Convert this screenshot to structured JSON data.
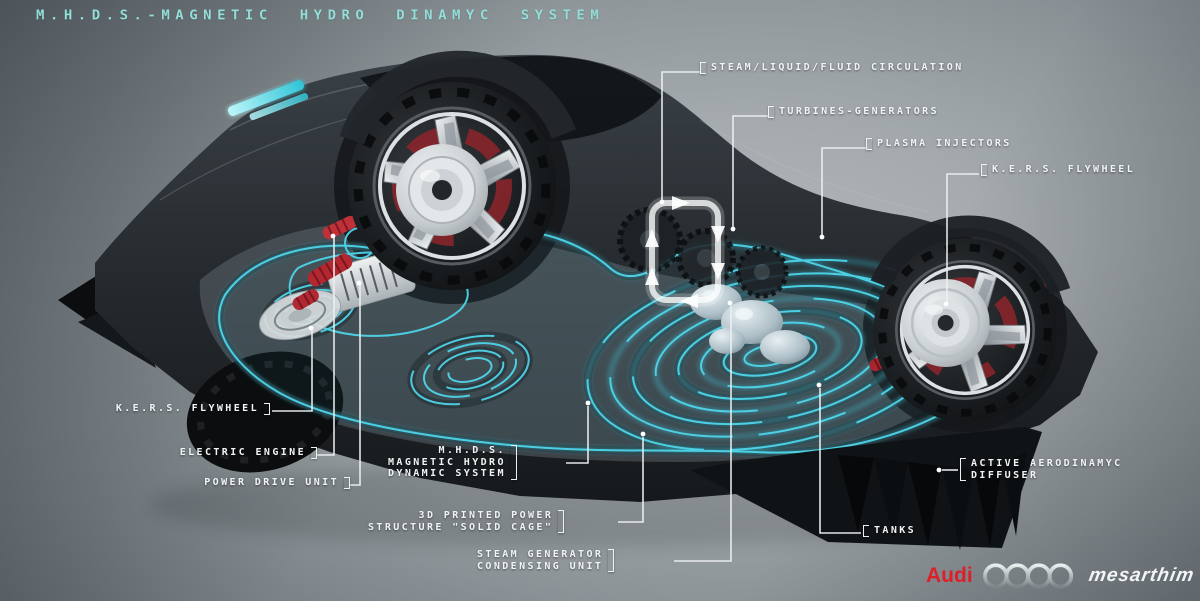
{
  "title": "M.H.D.S.-MAGNETIC HYDRO DINAMYC SYSTEM",
  "callouts": {
    "steam_circulation": {
      "label": "STEAM/LIQUID/FLUID CIRCULATION"
    },
    "turbines_generators": {
      "label": "TURBINES-GENERATORS"
    },
    "plasma_injectors": {
      "label": "PLASMA INJECTORS"
    },
    "kers_flywheel_right": {
      "label": "K.E.R.S. FLYWHEEL"
    },
    "kers_flywheel_left": {
      "label": "K.E.R.S. FLYWHEEL"
    },
    "electric_engine": {
      "label": "ELECTRIC ENGINE"
    },
    "power_drive_unit": {
      "label": "POWER DRIVE UNIT"
    },
    "mhds_system": {
      "lines": [
        "M.H.D.S.",
        "MAGNETIC HYDRO",
        "DYNAMIC SYSTEM"
      ]
    },
    "solid_cage": {
      "lines": [
        "3D PRINTED POWER",
        "STRUCTURE \"SOLID CAGE\""
      ]
    },
    "steam_generator": {
      "lines": [
        "STEAM GENERATOR",
        "CONDENSING UNIT"
      ]
    },
    "tanks": {
      "label": "TANKS"
    },
    "active_diffuser": {
      "lines": [
        "ACTIVE AERODINAMYC",
        "DIFFUSER"
      ]
    }
  },
  "branding": {
    "audi_wordmark": "Audi",
    "artist_signature": "mesarthim"
  },
  "colors": {
    "accent_teal": "#3ECDE5",
    "title_cyan": "#93DED9",
    "label_white": "#F1F4F5",
    "audi_red": "#DD1F28",
    "background_gray": "#8D9498",
    "car_dark": "#1B1F23"
  }
}
